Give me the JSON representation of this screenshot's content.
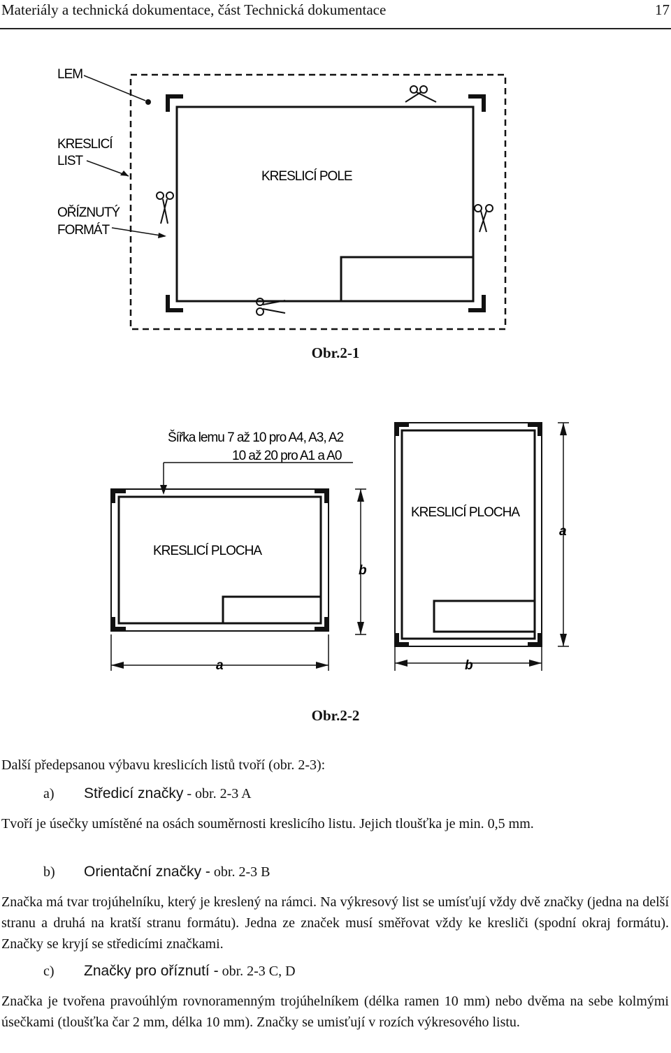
{
  "header": {
    "title": "Materiály a technická dokumentace, část Technická dokumentace",
    "page_number": "17"
  },
  "figure1": {
    "labels": {
      "lem": "LEM",
      "kreslici_list_1": "KRESLICÍ",
      "kreslici_list_2": "LIST",
      "orizn_1": "OŘÍZNUTÝ",
      "orizn_2": "FORMÁT",
      "pole": "KRESLICÍ POLE"
    },
    "caption": "Obr.2-1"
  },
  "figure2": {
    "width_label_1": "Šířka lemu  7 až 10 pro A4, A3, A2",
    "width_label_2": "10 až 20 pro A1 a A0",
    "landscape_area": "KRESLICÍ PLOCHA",
    "portrait_area": "KRESLICÍ PLOCHA",
    "dim_a_left": "a",
    "dim_b_left": "b",
    "dim_a_right": "a",
    "dim_b_right": "b",
    "caption": "Obr.2-2"
  },
  "text": {
    "intro": "Další předepsanou výbavu kreslicích listů tvoří (obr. 2-3):",
    "item_a": {
      "label": "a)",
      "term": "Středicí značky",
      "ref": " - obr. 2-3 A"
    },
    "para_a": "Tvoří je úsečky umístěné na osách souměrnosti kreslicího listu. Jejich tloušťka je min. 0,5 mm.",
    "item_b": {
      "label": "b)",
      "term": "Orientační značky -",
      "ref": " obr. 2-3 B"
    },
    "para_b": "Značka má tvar trojúhelníku, který je kreslený na rámci. Na výkresový list se umísťují vždy dvě značky (jedna na delší stranu a druhá na kratší stranu formátu). Jedna ze značek musí směřovat vždy ke kresliči (spodní okraj formátu). Značky se kryjí se středicími značkami.",
    "item_c": {
      "label": "c)",
      "term": "Značky pro oříznutí -",
      "ref": " obr. 2-3 C, D"
    },
    "para_c": "Značka je tvořena pravoúhlým rovnoramenným trojúhelníkem  (délka ramen 10 mm) nebo dvěma na sebe kolmými úsečkami (tloušťka čar 2 mm, délka 10 mm). Značky se umisťují v rozích výkresového listu."
  }
}
